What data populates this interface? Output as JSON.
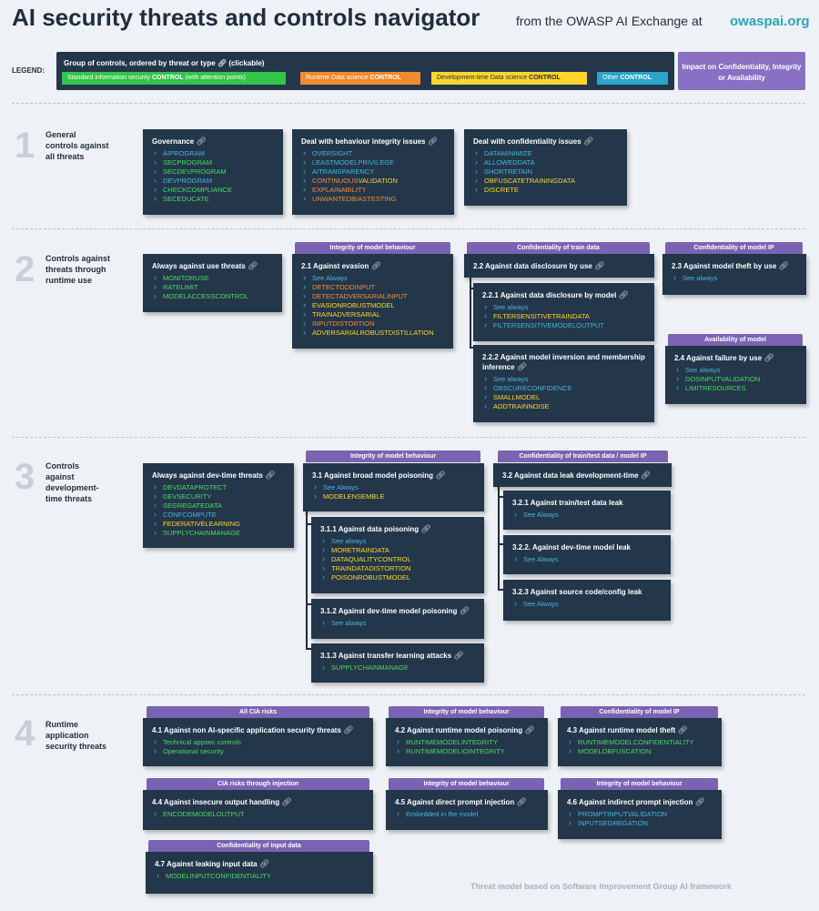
{
  "header": {
    "title": "AI security threats and controls navigator",
    "subtitle": "from the OWASP AI Exchange at",
    "site": "owaspai.org"
  },
  "legend": {
    "label": "LEGEND:",
    "heading": "Group of controls, ordered by threat or type",
    "heading_suffix": "(clickable)",
    "chips": [
      {
        "prefix": "Standard information security ",
        "strong": "CONTROL",
        "suffix": " (with attention points)",
        "color": "#33c44a"
      },
      {
        "prefix": "Runtime Data science ",
        "strong": "CONTROL",
        "suffix": "",
        "color": "#f08a2e"
      },
      {
        "prefix": "Development-time Data science ",
        "strong": "CONTROL",
        "suffix": "",
        "color": "#ffd52e"
      },
      {
        "prefix": "Other ",
        "strong": "CONTROL",
        "suffix": "",
        "color": "#2aa5c8"
      }
    ],
    "impact": "Impact on Confidentiality, Integrity or Availability"
  },
  "colors": {
    "box": "#23364a",
    "tag": "#7b63b3",
    "background": "#eef1f5"
  },
  "sections": {
    "s1": {
      "num": "1",
      "title": "General controls against all threats"
    },
    "s2": {
      "num": "2",
      "title": "Controls against threats through runtime use"
    },
    "s3": {
      "num": "3",
      "title": "Controls against development-time threats"
    },
    "s4": {
      "num": "4",
      "title": "Runtime application security threats"
    }
  },
  "tags": {
    "t21": "Integrity of model behaviour",
    "t22": "Confidentiality of train data",
    "t23": "Confidentiality of model IP",
    "t24": "Availability of model",
    "t31": "Integrity of model behaviour",
    "t32": "Confidentiality of train/test data / model IP",
    "t41": "All CIA risks",
    "t42": "Integrity of model behaviour",
    "t43": "Confidentiality of model IP",
    "t44": "CIA risks through injection",
    "t45": "Integrity of model behaviour",
    "t46": "Integrity of model behaviour",
    "t47": "Confidentiality of input data"
  },
  "boxes": {
    "gov": {
      "title": "Governance",
      "items": [
        "AIPROGRAM",
        "SECPROGRAM",
        "SECDEVPROGRAM",
        "DEVPROGRAM",
        "CHECKCOMPLIANCE",
        "SECEDUCATE"
      ]
    },
    "behav": {
      "title": "Deal with behaviour integrity issues",
      "items": [
        "OVERSIGHT",
        "LEASTMODELPRIVILEGE",
        "AITRANSPARENCY",
        "CONTINUOUSVALIDATION",
        "EXPLAINABILITY",
        "UNWANTEDBIASTESTING"
      ]
    },
    "conf": {
      "title": "Deal with confidentiality issues",
      "items": [
        "DATAMINIMIZE",
        "ALLOWEDDATA",
        "SHORTRETAIN",
        "OBFUSCATETRAININGDATA",
        "DISCRETE"
      ]
    },
    "alwaysUse": {
      "title": "Always against use threats",
      "items": [
        "MONITORUSE",
        "RATELIMIT",
        "MODELACCESSCONTROL"
      ]
    },
    "b21": {
      "title": "2.1 Against evasion",
      "items": [
        "See Always",
        "DETECTODDINPUT",
        "DETECTADVERSARIALINPUT",
        "EVASIONROBUSTMODEL",
        "TRAINADVERSARIAL",
        "INPUTDISTORTION",
        "ADVERSARIALROBUSTDISTILLATION"
      ]
    },
    "b22": {
      "title": "2.2 Against data disclosure by use",
      "items": []
    },
    "b221": {
      "title": "2.2.1 Against data disclosure by model",
      "items": [
        "See always",
        "FILTERSENSITIVETRAINDATA",
        "FILTERSENSITIVEMODELOUTPUT"
      ]
    },
    "b222": {
      "title": "2.2.2 Against model inversion and membership inference",
      "items": [
        "See always",
        "OBSCURECONFIDENCE",
        "SMALLMODEL",
        "ADDTRAINNOISE"
      ]
    },
    "b23": {
      "title": "2.3 Against model theft by use",
      "items": [
        "See always"
      ]
    },
    "b24": {
      "title": "2.4 Against failure by use",
      "items": [
        "See always",
        "DOSINPUTVALIDATION",
        "LIMITRESOURCES"
      ]
    },
    "alwaysDev": {
      "title": "Always against dev-time threats",
      "items": [
        "DEVDATAPROTECT",
        "DEVSECURITY",
        "SEGREGATEDATA",
        "CONFCOMPUTE",
        "FEDERATIVELEARNING",
        "SUPPLYCHAINMANAGE"
      ]
    },
    "b31": {
      "title": "3.1 Against broad model poisoning",
      "items": [
        "See Always",
        "MODELENSEMBLE"
      ]
    },
    "b311": {
      "title": "3.1.1 Against data poisoning",
      "items": [
        "See always",
        "MORETRAINDATA",
        "DATAQUALITYCONTROL",
        "TRAINDATADISTORTION",
        "POISONROBUSTMODEL"
      ]
    },
    "b312": {
      "title": "3.1.2 Against dev-time model poisoning",
      "items": [
        "See always"
      ]
    },
    "b313": {
      "title": "3.1.3 Against transfer learning attacks",
      "items": [
        "SUPPLYCHAINMANAGE"
      ]
    },
    "b32": {
      "title": "3.2 Against data leak development-time",
      "items": []
    },
    "b321": {
      "title": "3.2.1 Against train/test data leak",
      "items": [
        "See Always"
      ]
    },
    "b322": {
      "title": "3.2.2. Against dev-time model leak",
      "items": [
        "See Always"
      ]
    },
    "b323": {
      "title": "3.2.3 Against source code/config leak",
      "items": [
        "See Always"
      ]
    },
    "b41": {
      "title": "4.1 Against non AI-specific application security threats",
      "items": [
        "Technical appsec controls",
        "Operational security"
      ]
    },
    "b42": {
      "title": "4.2 Against runtime model poisoning",
      "items": [
        "RUNTIMEMODELINTEGRITY",
        "RUNTIMEMODELIOINTEGRITY"
      ]
    },
    "b43": {
      "title": "4.3 Against runtime model theft",
      "items": [
        "RUNTIMEMODELCONFIDENTIALITY",
        "MODELOBFUSCATION"
      ]
    },
    "b44": {
      "title": "4.4 Against insecure output handling",
      "items": [
        "ENCODEMODELOUTPUT"
      ]
    },
    "b45": {
      "title": "4.5 Against direct prompt injection",
      "items": [
        "Embedded in the model"
      ]
    },
    "b46": {
      "title": "4.6 Against indirect prompt injection",
      "items": [
        "PROMPTINPUTVALIDATION",
        "INPUTSEGREGATION"
      ]
    },
    "b47": {
      "title": "4.7 Against leaking input data",
      "items": [
        "MODELINPUTCONFIDENTIALITY"
      ]
    }
  },
  "footer": "Threat model based on Software Improvement Group AI framework"
}
